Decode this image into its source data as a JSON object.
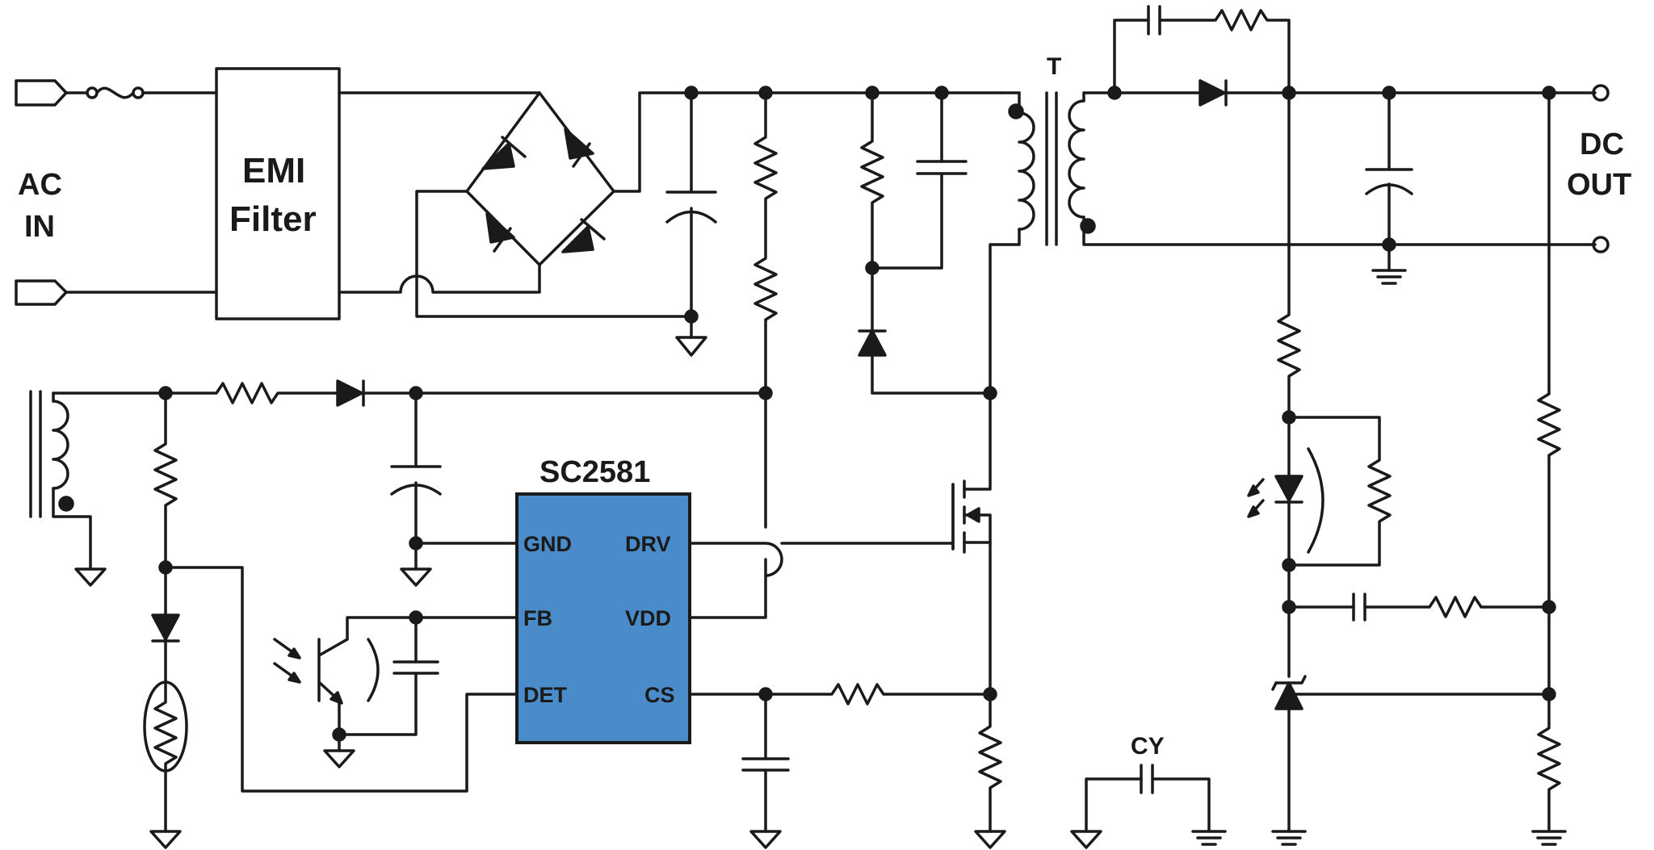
{
  "ac_input": {
    "line1": "AC",
    "line2": "IN"
  },
  "emi_filter": {
    "line1": "EMI",
    "line2": "Filter"
  },
  "transformer": {
    "label": "T"
  },
  "dc_output": {
    "line1": "DC",
    "line2": "OUT"
  },
  "ic": {
    "name": "SC2581",
    "body_color": "#4a8bc9",
    "pins_left": [
      "GND",
      "FB",
      "DET"
    ],
    "pins_right": [
      "DRV",
      "VDD",
      "CS"
    ]
  },
  "cy_capacitor": {
    "label": "CY"
  },
  "colors": {
    "wire": "#1a1a1a",
    "ic_fill": "#4a8bc9"
  }
}
